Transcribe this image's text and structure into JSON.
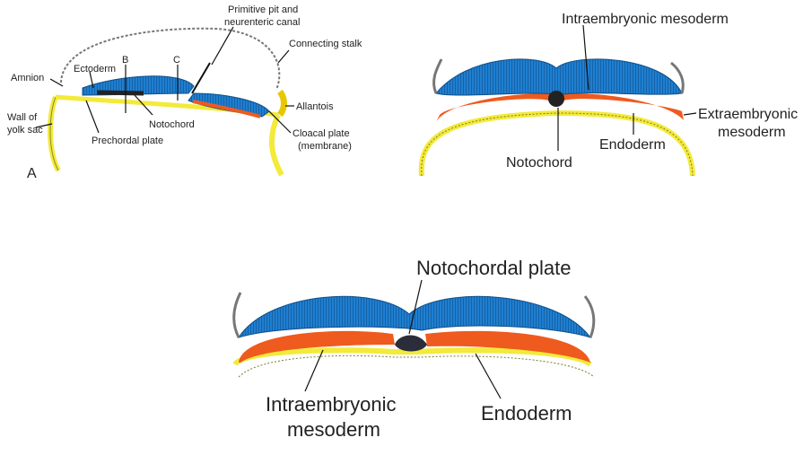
{
  "colors": {
    "ectoderm": "#1f7fd0",
    "ectoderm_stripe": "#1562a8",
    "mesoderm": "#ef5a1e",
    "endoderm": "#f3ea3a",
    "notochord": "#222222",
    "membrane": "#7a7a7a"
  },
  "panel_a": {
    "figure_letter": "A",
    "labels": {
      "primitive_pit": "Primitive pit and",
      "neurenteric_canal": "neurenteric canal",
      "connecting_stalk": "Connecting stalk",
      "amnion": "Amnion",
      "ectoderm": "Ectoderm",
      "section_b": "B",
      "section_c": "C",
      "notochord": "Notochord",
      "allantois": "Allantois",
      "wall_of": "Wall of",
      "yolk_sac": "yolk sac",
      "prechordal_plate": "Prechordal plate",
      "cloacal_plate": "Cloacal plate",
      "membrane": "(membrane)"
    }
  },
  "panel_b": {
    "labels": {
      "intraembryonic_mesoderm": "Intraembryonic mesoderm",
      "extraembryonic_1": "Extraembryonic",
      "extraembryonic_2": "mesoderm",
      "endoderm": "Endoderm",
      "notochord": "Notochord"
    }
  },
  "panel_c": {
    "labels": {
      "notochordal_plate": "Notochordal plate",
      "intraembryonic_1": "Intraembryonic",
      "intraembryonic_2": "mesoderm",
      "endoderm": "Endoderm"
    }
  }
}
